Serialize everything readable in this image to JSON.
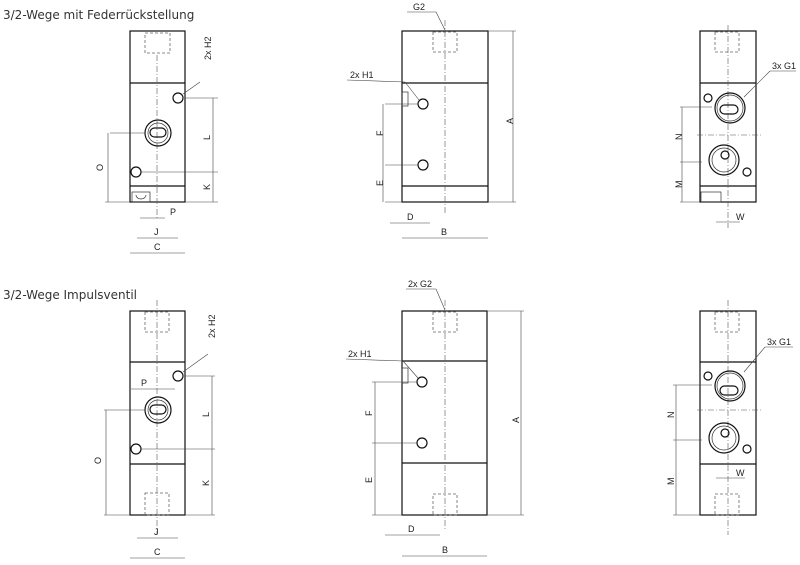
{
  "sections": [
    {
      "title": "3/2-Wege mit Federrückstellung"
    },
    {
      "title": "3/2-Wege Impulsventil"
    }
  ],
  "labels": {
    "H2": "2x H2",
    "G2_top": "G2",
    "G2_bottom": "2x G2",
    "H1": "2x H1",
    "G1": "3x G1",
    "A": "A",
    "B": "B",
    "C": "C",
    "D": "D",
    "E": "E",
    "F": "F",
    "J": "J",
    "K": "K",
    "L": "L",
    "M": "M",
    "N": "N",
    "O": "O",
    "P": "P",
    "W": "W"
  }
}
